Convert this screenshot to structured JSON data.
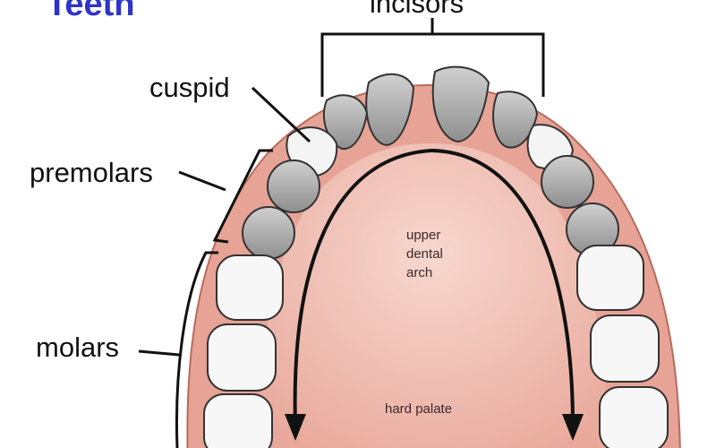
{
  "title": "Teeth",
  "labels": {
    "incisors": "incisors",
    "cuspid": "cuspid",
    "premolars": "premolars",
    "molars": "molars",
    "arch_line1": "upper",
    "arch_line2": "dental",
    "arch_line3": "arch",
    "hard_palate": "hard palate"
  },
  "colors": {
    "title": "#2f34c8",
    "gum": "#e8a79a",
    "palate": "#f2c6bc",
    "tooth_gray": "#a9a9a9",
    "tooth_white": "#f6f6f6",
    "outline": "#111111"
  }
}
